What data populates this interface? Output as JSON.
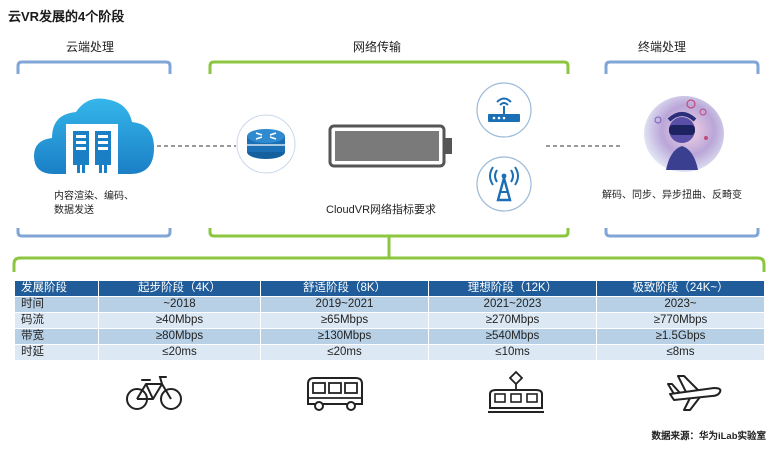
{
  "title": "云VR发展的4个阶段",
  "sections": {
    "cloud": {
      "label": "云端处理",
      "desc_line1": "内容渲染、编码、",
      "desc_line2": "数据发送"
    },
    "network": {
      "label": "网络传输",
      "desc": "CloudVR网络指标要求"
    },
    "terminal": {
      "label": "终端处理",
      "desc": "解码、同步、异步扭曲、反畸变"
    }
  },
  "table": {
    "headers": [
      "发展阶段",
      "起步阶段（4K）",
      "舒适阶段（8K）",
      "理想阶段（12K）",
      "极致阶段（24K~）"
    ],
    "rows": [
      [
        "时间",
        "~2018",
        "2019~2021",
        "2021~2023",
        "2023~"
      ],
      [
        "码流",
        "≥40Mbps",
        "≥65Mbps",
        "≥270Mbps",
        "≥770Mbps"
      ],
      [
        "带宽",
        "≥80Mbps",
        "≥130Mbps",
        "≥540Mbps",
        "≥1.5Gbps"
      ],
      [
        "时延",
        "≤20ms",
        "≤20ms",
        "≤10ms",
        "≤8ms"
      ]
    ]
  },
  "colors": {
    "blue_bracket": "#7fa6d6",
    "green_bracket": "#8cc63f",
    "header_blue": "#1f5c99",
    "row_blue": "#b7d0e6",
    "icon_blue": "#1a6fb5"
  },
  "icons": [
    "server-cloud-icon",
    "router-icon",
    "battery-icon",
    "wifi-router-icon",
    "antenna-tower-icon",
    "vr-user-icon",
    "bicycle-icon",
    "bus-icon",
    "train-icon",
    "airplane-icon"
  ],
  "source": "数据来源：华为iLab实验室"
}
